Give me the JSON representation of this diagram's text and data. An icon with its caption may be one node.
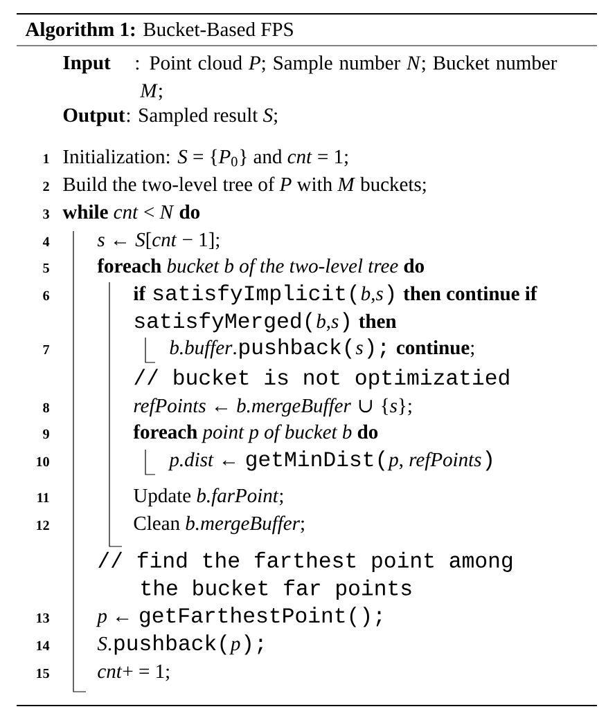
{
  "diagram": {
    "title": "**Algorithm 1:** Bucket-Based FPS",
    "labels": [
      "Input",
      ": Point cloud *P*; Sample number *N*; Bucket number *M*;",
      "Output",
      ": Sampled result *S*;",
      "1",
      "Initialization: *S* = {*P*$_{0}$} and *cnt* = 1;",
      "2",
      "Build the two-level tree of *P* with *M* buckets;",
      "3",
      "**while** *cnt* < *N* **do**",
      "4",
      "*s* ← *S*[*cnt* − 1];",
      "5",
      "**foreach** *bucket b of the two-level tree* **do**",
      "6",
      "**if**",
      "satisfyImplicit(",
      "*b*,*s*",
      ")",
      "**then continue if**",
      "satisfyMerged(",
      "*b*,*s*",
      ")",
      "**then**",
      "7",
      "*b.buffer*.",
      "pushback(",
      "*s*",
      ");",
      "**continue**;",
      "// bucket is not optimizatied",
      "8",
      "*refPoints* ← *b.mergeBuffer*",
      "∪",
      "{*s*};",
      "9",
      "**foreach** *point p of bucket b* **do**",
      "10",
      "*p.dist* ←",
      "getMinDist(",
      "*p*, *refPoints*",
      ")",
      "11",
      "Update *b.farPoint*;",
      "12",
      "Clean *b.mergeBuffer*;",
      "// find the farthest point among the bucket far points",
      "13",
      "*p* ←",
      "getFarthestPoint();",
      "14",
      "*S*.",
      "pushback(",
      "*p*",
      ");",
      "15",
      "*cnt*+ = 1;"
    ]
  }
}
